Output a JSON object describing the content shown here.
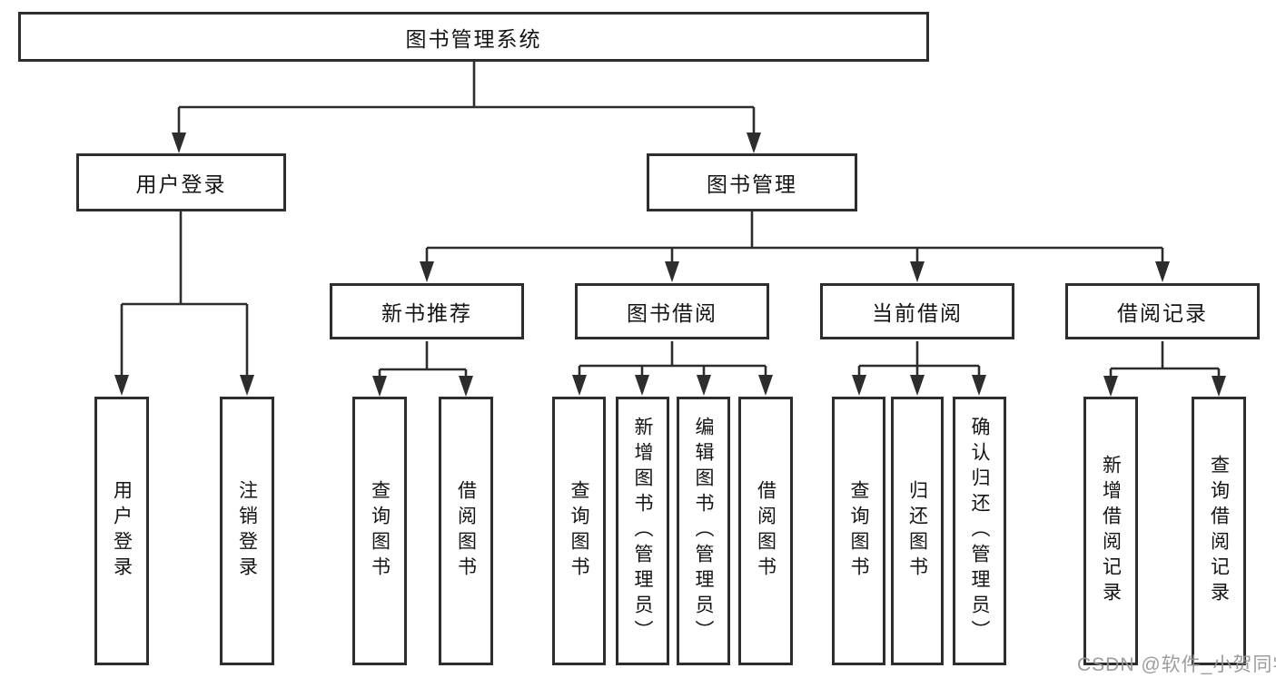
{
  "diagram": {
    "root": {
      "label": "图书管理系统"
    },
    "level1": {
      "user_login": {
        "label": "用户登录"
      },
      "book_mgmt": {
        "label": "图书管理"
      }
    },
    "level2": {
      "new_book_rec": {
        "label": "新书推荐"
      },
      "book_borrow": {
        "label": "图书借阅"
      },
      "current_borrow": {
        "label": "当前借阅"
      },
      "borrow_record": {
        "label": "借阅记录"
      }
    },
    "leaves": {
      "user_login_leaf": {
        "label": "用户登录"
      },
      "logout_leaf": {
        "label": "注销登录"
      },
      "rec_query_books": {
        "label": "查询图书"
      },
      "rec_borrow_books": {
        "label": "借阅图书"
      },
      "bb_query_books": {
        "label": "查询图书"
      },
      "bb_add_books": {
        "label": "新增图书（管理员）"
      },
      "bb_edit_books": {
        "label": "编辑图书（管理员）"
      },
      "bb_borrow_books": {
        "label": "借阅图书"
      },
      "cb_query_books": {
        "label": "查询图书"
      },
      "cb_return_books": {
        "label": "归还图书"
      },
      "cb_confirm_return": {
        "label": "确认归还（管理员）"
      },
      "br_add_record": {
        "label": "新增借阅记录"
      },
      "br_query_record": {
        "label": "查询借阅记录"
      }
    }
  },
  "watermark": {
    "text": "CSDN @软件_小贺同学"
  },
  "colors": {
    "line": "#2d2d2d",
    "box_border": "#2d2d2d",
    "text": "#141414",
    "watermark": "#949494"
  }
}
